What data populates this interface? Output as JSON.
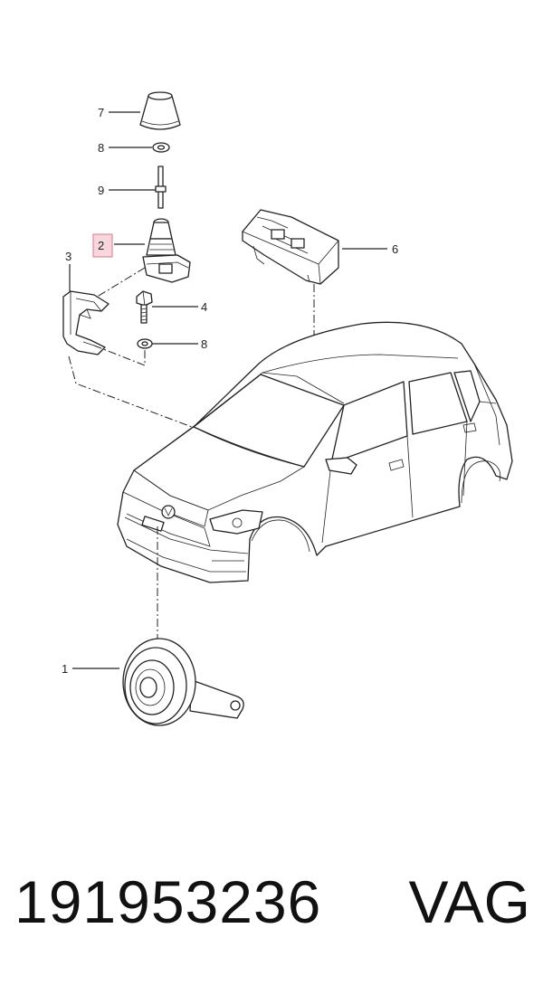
{
  "diagram": {
    "callouts": {
      "c1": "1",
      "c2": "2",
      "c3": "3",
      "c4": "4",
      "c6": "6",
      "c7": "7",
      "c8a": "8",
      "c8b": "8",
      "c9": "9"
    },
    "highlighted_callout": "2",
    "highlight_color": "#f7d7dc"
  },
  "footer": {
    "part_number": "191953236",
    "brand": "VAG"
  }
}
